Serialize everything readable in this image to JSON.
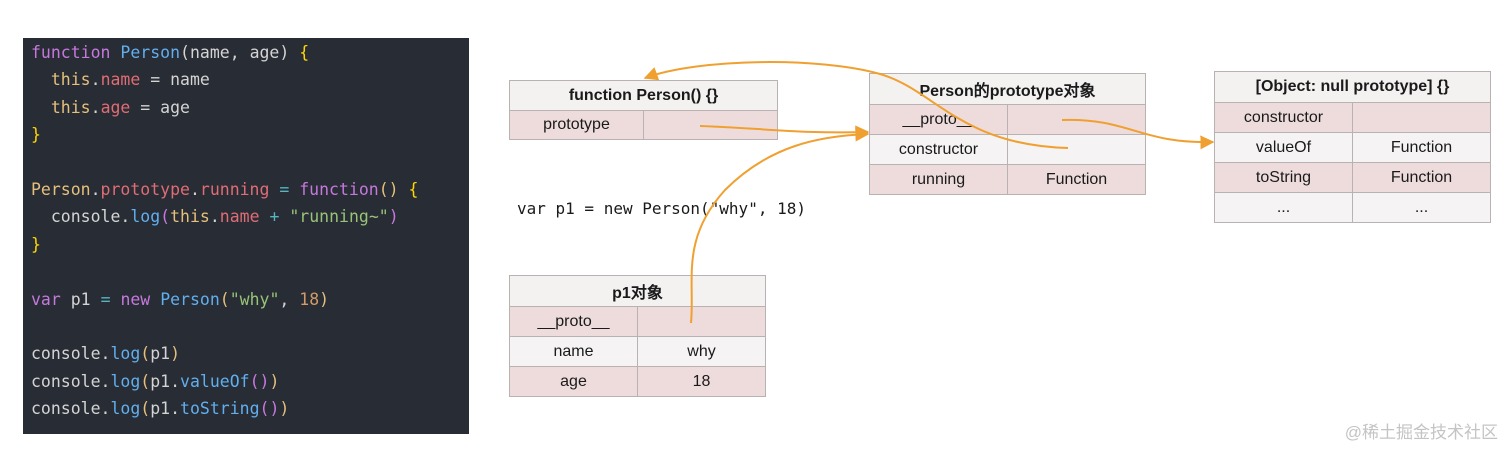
{
  "code": {
    "lines": [
      [
        {
          "t": "function",
          "c": "kw"
        },
        {
          "t": " ",
          "c": "txt"
        },
        {
          "t": "Person",
          "c": "fn"
        },
        {
          "t": "(name, age) ",
          "c": "txt"
        },
        {
          "t": "{",
          "c": "br"
        }
      ],
      [
        {
          "t": "  ",
          "c": "guide"
        },
        {
          "t": "this",
          "c": "cls"
        },
        {
          "t": ".",
          "c": "txt"
        },
        {
          "t": "name",
          "c": "prop"
        },
        {
          "t": " = name",
          "c": "txt"
        }
      ],
      [
        {
          "t": "  ",
          "c": "guide"
        },
        {
          "t": "this",
          "c": "cls"
        },
        {
          "t": ".",
          "c": "txt"
        },
        {
          "t": "age",
          "c": "prop"
        },
        {
          "t": " = age",
          "c": "txt"
        }
      ],
      [
        {
          "t": "}",
          "c": "br"
        }
      ],
      [],
      [
        {
          "t": "Person",
          "c": "cls"
        },
        {
          "t": ".",
          "c": "txt"
        },
        {
          "t": "prototype",
          "c": "prop"
        },
        {
          "t": ".",
          "c": "txt"
        },
        {
          "t": "running",
          "c": "prop"
        },
        {
          "t": " = ",
          "c": "op"
        },
        {
          "t": "function",
          "c": "kw"
        },
        {
          "t": "() ",
          "c": "cls"
        },
        {
          "t": "{",
          "c": "br"
        }
      ],
      [
        {
          "t": "  ",
          "c": "guide"
        },
        {
          "t": "console",
          "c": "txt"
        },
        {
          "t": ".",
          "c": "txt"
        },
        {
          "t": "log",
          "c": "fn"
        },
        {
          "t": "(",
          "c": "kw"
        },
        {
          "t": "this",
          "c": "cls"
        },
        {
          "t": ".",
          "c": "txt"
        },
        {
          "t": "name",
          "c": "prop"
        },
        {
          "t": " + ",
          "c": "op"
        },
        {
          "t": "\"running~\"",
          "c": "str"
        },
        {
          "t": ")",
          "c": "kw"
        }
      ],
      [
        {
          "t": "}",
          "c": "br"
        }
      ],
      [],
      [
        {
          "t": "var",
          "c": "kw"
        },
        {
          "t": " p1 ",
          "c": "txt"
        },
        {
          "t": "=",
          "c": "op"
        },
        {
          "t": " ",
          "c": "txt"
        },
        {
          "t": "new",
          "c": "kw"
        },
        {
          "t": " ",
          "c": "txt"
        },
        {
          "t": "Person",
          "c": "fn"
        },
        {
          "t": "(",
          "c": "cls"
        },
        {
          "t": "\"why\"",
          "c": "str"
        },
        {
          "t": ", ",
          "c": "txt"
        },
        {
          "t": "18",
          "c": "num"
        },
        {
          "t": ")",
          "c": "cls"
        }
      ],
      [],
      [
        {
          "t": "console",
          "c": "txt"
        },
        {
          "t": ".",
          "c": "txt"
        },
        {
          "t": "log",
          "c": "fn"
        },
        {
          "t": "(",
          "c": "cls"
        },
        {
          "t": "p1",
          "c": "txt"
        },
        {
          "t": ")",
          "c": "cls"
        }
      ],
      [
        {
          "t": "console",
          "c": "txt"
        },
        {
          "t": ".",
          "c": "txt"
        },
        {
          "t": "log",
          "c": "fn"
        },
        {
          "t": "(",
          "c": "cls"
        },
        {
          "t": "p1",
          "c": "txt"
        },
        {
          "t": ".",
          "c": "txt"
        },
        {
          "t": "valueOf",
          "c": "fn"
        },
        {
          "t": "()",
          "c": "kw"
        },
        {
          "t": ")",
          "c": "cls"
        }
      ],
      [
        {
          "t": "console",
          "c": "txt"
        },
        {
          "t": ".",
          "c": "txt"
        },
        {
          "t": "log",
          "c": "fn"
        },
        {
          "t": "(",
          "c": "cls"
        },
        {
          "t": "p1",
          "c": "txt"
        },
        {
          "t": ".",
          "c": "txt"
        },
        {
          "t": "toString",
          "c": "fn"
        },
        {
          "t": "()",
          "c": "kw"
        },
        {
          "t": ")",
          "c": "cls"
        }
      ]
    ]
  },
  "diagram": {
    "person_fn": {
      "header": "function Person() {}",
      "rows": [
        [
          "prototype",
          ""
        ]
      ]
    },
    "person_proto": {
      "header": "Person的prototype对象",
      "rows": [
        [
          "__proto__",
          ""
        ],
        [
          "constructor",
          ""
        ],
        [
          "running",
          "Function"
        ]
      ]
    },
    "object_proto": {
      "header": "[Object: null prototype] {}",
      "rows": [
        [
          "constructor",
          ""
        ],
        [
          "valueOf",
          "Function"
        ],
        [
          "toString",
          "Function"
        ],
        [
          "...",
          "..."
        ]
      ]
    },
    "p1": {
      "header": "p1对象",
      "rows": [
        [
          "__proto__",
          ""
        ],
        [
          "name",
          "why"
        ],
        [
          "age",
          "18"
        ]
      ]
    },
    "statement": "var p1 = new Person(\"why\", 18)"
  },
  "colors": {
    "arrow": "#f0a030",
    "editor_bg": "#282c34"
  },
  "watermark": "@稀土掘金技术社区"
}
